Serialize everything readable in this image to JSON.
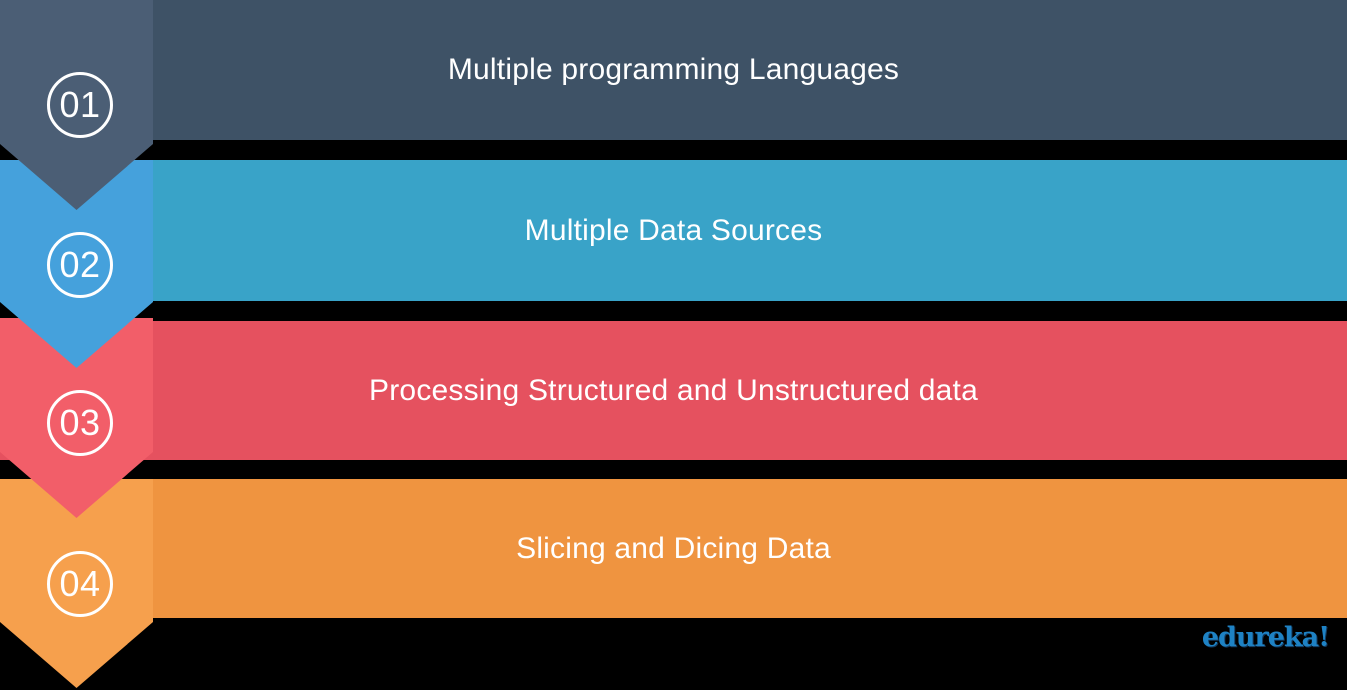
{
  "steps": [
    {
      "number": "01",
      "label": "Multiple programming Languages",
      "bar_color": "#3e5266",
      "arrow_color": "#4b5e75"
    },
    {
      "number": "02",
      "label": "Multiple Data Sources",
      "bar_color": "#39a3c8",
      "arrow_color": "#45a1dc"
    },
    {
      "number": "03",
      "label": "Processing Structured and Unstructured data",
      "bar_color": "#e5515f",
      "arrow_color": "#f25e69"
    },
    {
      "number": "04",
      "label": "Slicing and Dicing Data",
      "bar_color": "#ef9440",
      "arrow_color": "#f6a04d"
    }
  ],
  "branding": {
    "logo_text": "edureka!",
    "logo_color": "#1e82c4"
  },
  "colors": {
    "background": "#000000",
    "text": "#ffffff"
  }
}
